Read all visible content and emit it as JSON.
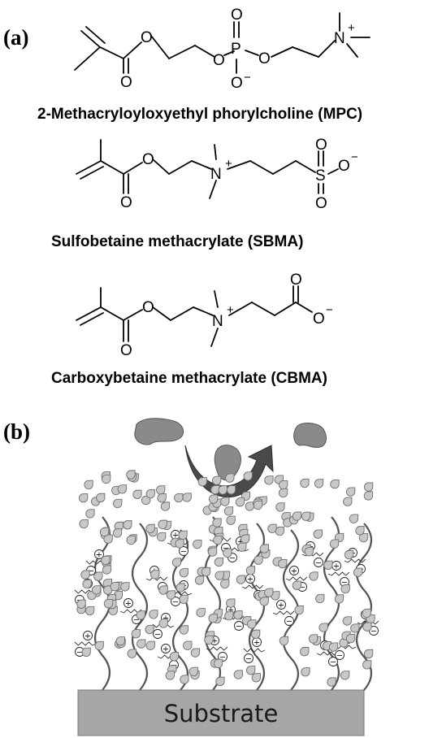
{
  "panels": {
    "a": {
      "label": "(a)"
    },
    "b": {
      "label": "(b)"
    }
  },
  "molecules": [
    {
      "caption": "2-Methacryloyloxyethyl phorylcholine (MPC)",
      "atoms": {
        "o_ester": "O",
        "o_carbonyl": "O",
        "o_link1": "O",
        "p": "P",
        "o_top": "O",
        "o_bottom": "O",
        "o_link2": "O",
        "n": "N"
      },
      "charges": {
        "n": "+",
        "o_bottom": "−"
      }
    },
    {
      "caption": "Sulfobetaine methacrylate (SBMA)",
      "atoms": {
        "o_ester": "O",
        "o_carbonyl": "O",
        "n": "N",
        "s": "S",
        "o_s_top": "O",
        "o_s_bottom": "O",
        "o_s_right": "O"
      },
      "charges": {
        "n": "+",
        "o_s_right": "−"
      }
    },
    {
      "caption": "Carboxybetaine methacrylate (CBMA)",
      "atoms": {
        "o_ester": "O",
        "o_carbonyl": "O",
        "n": "N",
        "o_acid_top": "O",
        "o_acid_right": "O"
      },
      "charges": {
        "n": "+",
        "o_acid_right": "−"
      }
    }
  ],
  "diagram": {
    "substrate_label": "Substrate",
    "plus_sign": "+",
    "minus_sign": "−",
    "colors": {
      "substrate": "#a6a6a6",
      "protein": "#8a8a8a",
      "water": "#c8c8c8",
      "polymer_chain": "#555555",
      "arrow": "#4a4a4a"
    }
  }
}
